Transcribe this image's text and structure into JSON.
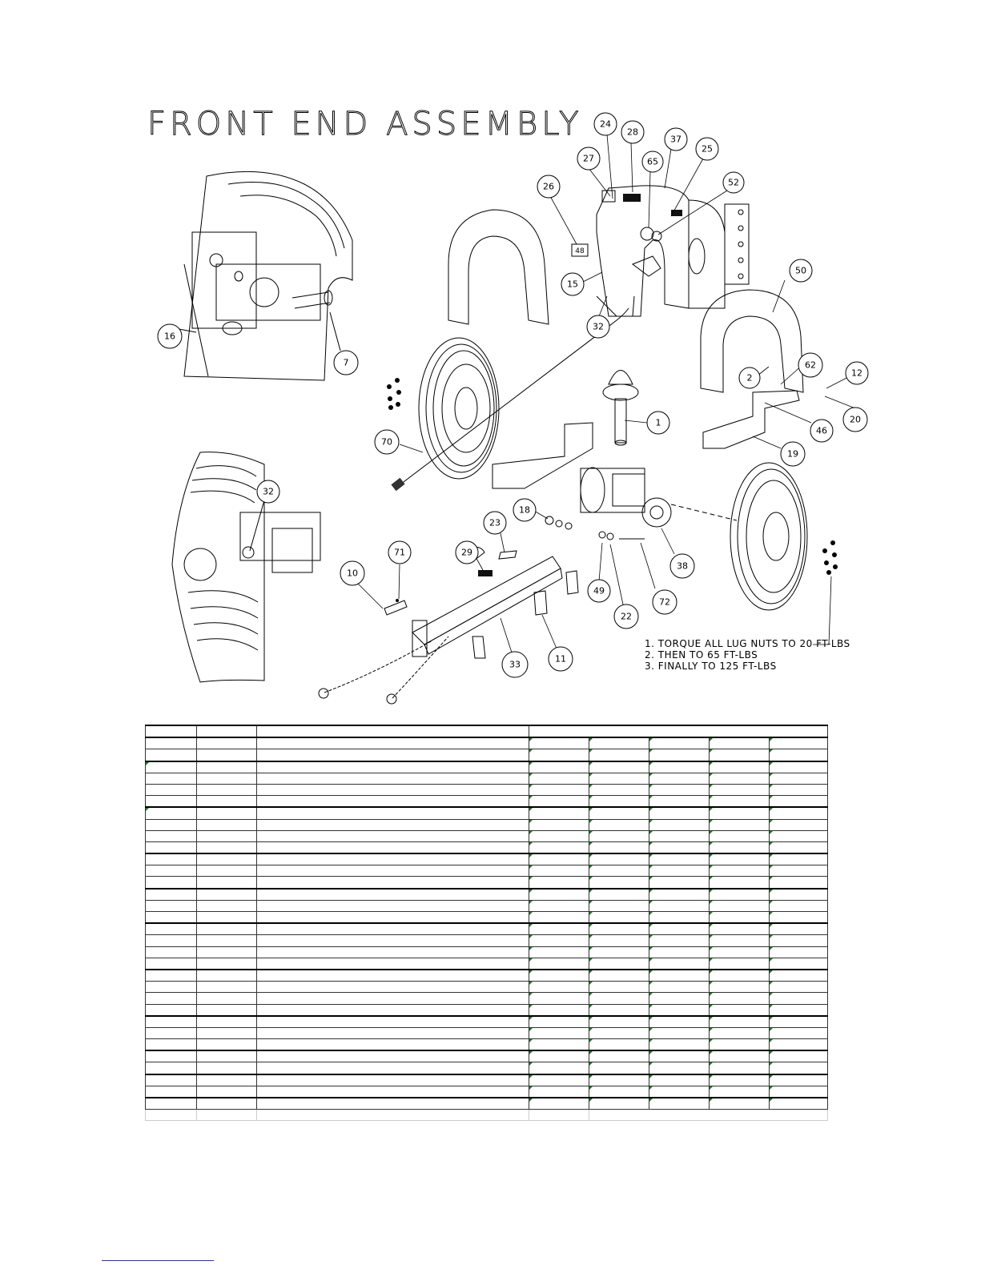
{
  "title": "FRONT END ASSEMBLY",
  "callouts": [
    {
      "id": "c1",
      "label": "1"
    },
    {
      "id": "c2",
      "label": "2"
    },
    {
      "id": "c7",
      "label": "7"
    },
    {
      "id": "c10",
      "label": "10"
    },
    {
      "id": "c11",
      "label": "11"
    },
    {
      "id": "c12",
      "label": "12"
    },
    {
      "id": "c15",
      "label": "15"
    },
    {
      "id": "c16",
      "label": "16"
    },
    {
      "id": "c18",
      "label": "18"
    },
    {
      "id": "c19",
      "label": "19"
    },
    {
      "id": "c20",
      "label": "20"
    },
    {
      "id": "c22",
      "label": "22"
    },
    {
      "id": "c23",
      "label": "23"
    },
    {
      "id": "c24",
      "label": "24"
    },
    {
      "id": "c25",
      "label": "25"
    },
    {
      "id": "c26",
      "label": "26"
    },
    {
      "id": "c27",
      "label": "27"
    },
    {
      "id": "c28",
      "label": "28"
    },
    {
      "id": "c29",
      "label": "29"
    },
    {
      "id": "c32a",
      "label": "32"
    },
    {
      "id": "c32b",
      "label": "32"
    },
    {
      "id": "c33",
      "label": "33"
    },
    {
      "id": "c37",
      "label": "37"
    },
    {
      "id": "c38",
      "label": "38"
    },
    {
      "id": "c46",
      "label": "46"
    },
    {
      "id": "c49",
      "label": "49"
    },
    {
      "id": "c50",
      "label": "50"
    },
    {
      "id": "c52",
      "label": "52"
    },
    {
      "id": "c62",
      "label": "62"
    },
    {
      "id": "c65",
      "label": "65"
    },
    {
      "id": "c70",
      "label": "70"
    },
    {
      "id": "c71",
      "label": "71"
    },
    {
      "id": "c72",
      "label": "72"
    }
  ],
  "torque_notes": [
    "1. TORQUE ALL LUG NUTS TO 20 FT-LBS",
    "2. THEN TO 65 FT-LBS",
    "3. FINALLY TO 125 FT-LBS"
  ],
  "decal_text": "48",
  "parts_table": {
    "row_count": 34
  }
}
